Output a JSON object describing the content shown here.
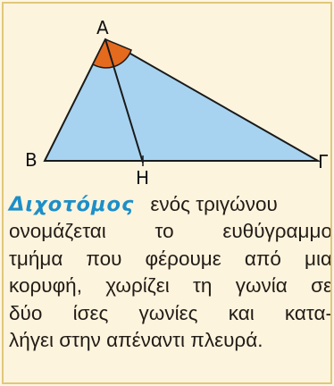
{
  "figure": {
    "vertex_labels": {
      "A": "A",
      "B": "B",
      "G": "Γ",
      "H": "H"
    },
    "colors": {
      "triangle_fill": "#a7d3f0",
      "triangle_stroke": "#1a1a1a",
      "angle_fill": "#e46a1e",
      "card_background": "#fdf4de",
      "card_border": "#e0c77a",
      "term_color": "#1c8fc8"
    }
  },
  "definition": {
    "term": "Διχοτόμος",
    "lines": [
      "ενός τριγώνου",
      "ονομάζεται το ευθύγραμμο",
      "τμήμα που φέρουμε από μια",
      "κορυφή, χωρίζει τη γωνία σε",
      "δύο ίσες γωνίες και κατα-",
      "λήγει στην απέναντι πλευρά."
    ]
  }
}
